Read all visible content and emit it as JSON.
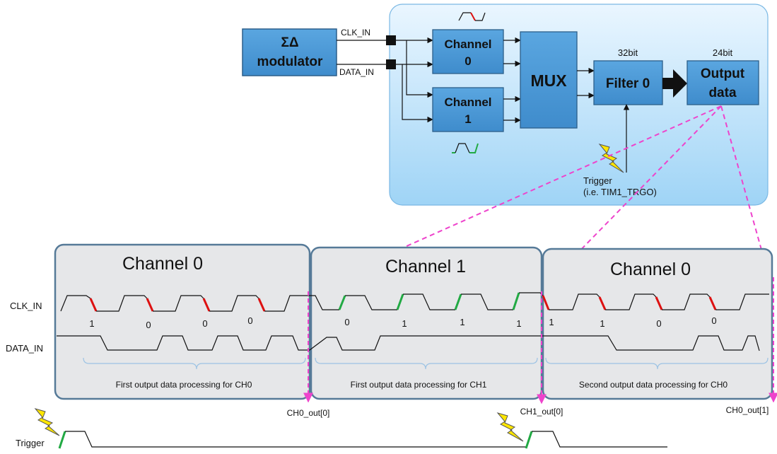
{
  "modulator": {
    "line1": "ΣΔ",
    "line2": "modulator"
  },
  "signals": {
    "clk_in": "CLK_IN",
    "data_in": "DATA_IN"
  },
  "channel0": {
    "line1": "Channel",
    "line2": "0"
  },
  "channel1": {
    "line1": "Channel",
    "line2": "1"
  },
  "mux": "MUX",
  "filter": {
    "label": "Filter 0",
    "width": "32bit"
  },
  "output": {
    "line1": "Output",
    "line2": "data",
    "width": "24bit"
  },
  "trigger": {
    "line1": "Trigger",
    "line2": "(i.e. TIM1_TRGO)"
  },
  "timing": {
    "clk_label": "CLK_IN",
    "data_label": "DATA_IN",
    "trigger_label": "Trigger",
    "phases": [
      {
        "title": "Channel 0",
        "caption": "First output data processing for CH0",
        "bits": [
          "1",
          "0",
          "0",
          "0"
        ],
        "edge_color": "#dd1111"
      },
      {
        "title": "Channel 1",
        "caption": "First output data processing for CH1",
        "bits": [
          "0",
          "1",
          "1",
          "1"
        ],
        "edge_color": "#22aa44"
      },
      {
        "title": "Channel 0",
        "caption": "Second output data processing for CH0",
        "bits": [
          "1",
          "1",
          "0",
          "0"
        ],
        "edge_color": "#dd1111"
      }
    ],
    "outputs": [
      "CH0_out[0]",
      "CH1_out[0]",
      "CH0_out[1]"
    ]
  },
  "colors": {
    "block_fill": "#4a9ad8",
    "panel_fill": "#c6e6fb",
    "phase_fill": "#e6e7e9",
    "phase_border": "#567a98",
    "dash_pink": "#ee44cc",
    "red_edge": "#dd1111",
    "green_edge": "#22aa44"
  }
}
